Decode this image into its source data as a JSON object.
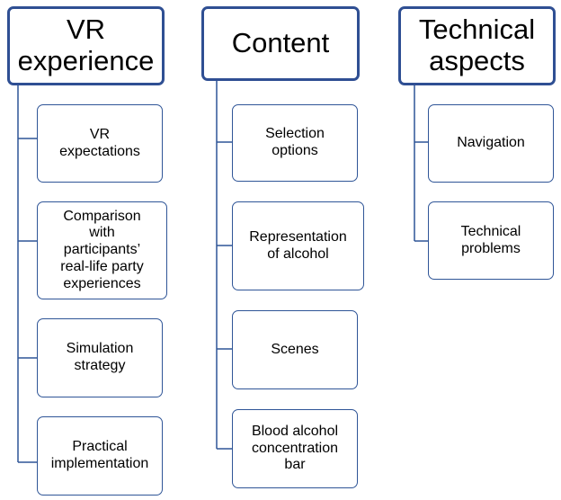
{
  "columns": [
    {
      "title": "VR\nexperience",
      "items": [
        "VR\nexpectations",
        "Comparison\nwith\nparticipants’\nreal-life party\nexperiences",
        "Simulation\nstrategy",
        "Practical\nimplementation"
      ]
    },
    {
      "title": "Content",
      "items": [
        "Selection\noptions",
        "Representation\nof alcohol",
        "Scenes",
        "Blood alcohol\nconcentration\nbar"
      ]
    },
    {
      "title": "Technical\naspects",
      "items": [
        "Navigation",
        "Technical\nproblems"
      ]
    }
  ],
  "colors": {
    "border": "#2f5597",
    "connector": "#2f5597"
  }
}
